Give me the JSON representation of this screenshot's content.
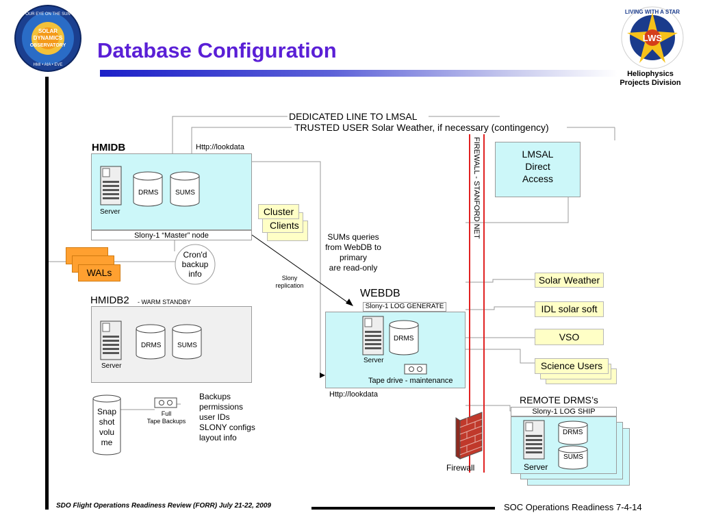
{
  "header": {
    "title": "Database Configuration",
    "sdo_logo_text": [
      "OUR EYE ON THE SUN",
      "SOLAR",
      "DYNAMICS",
      "OBSERVATORY",
      "HMI • AIA • EVE"
    ],
    "lws_logo_text": [
      "LIVING WITH A STAR",
      "LWS"
    ],
    "division": [
      "Heliophysics",
      "Projects Division"
    ]
  },
  "diagram": {
    "top_lines": {
      "dedicated": "DEDICATED LINE TO LMSAL",
      "trusted": "TRUSTED USER Solar Weather, if necessary (contingency)"
    },
    "hmidb": {
      "title": "HMIDB",
      "http": "Http://lookdata",
      "drms": "DRMS",
      "sums": "SUMS",
      "server": "Server",
      "node": "Slony-1 “Master” node"
    },
    "cluster": {
      "front": "Cluster",
      "back": "Clients"
    },
    "cron": [
      "Cron'd",
      "backup",
      "info"
    ],
    "wals": "WALs",
    "hmidb2": {
      "title": "HMIDB2",
      "subtitle": "- WARM STANDBY",
      "drms": "DRMS",
      "sums": "SUMS",
      "server": "Server"
    },
    "snapshot": [
      "Snap",
      "shot",
      "volu",
      "me"
    ],
    "full_backups": [
      "Full",
      "Tape Backups"
    ],
    "backups_info": [
      "Backups",
      "permissions",
      "user IDs",
      "SLONY configs",
      "layout info"
    ],
    "sums_queries": [
      "SUMs queries",
      "from WebDB to",
      "primary",
      "are read-only"
    ],
    "slony_replication": [
      "Slony",
      "replication"
    ],
    "webdb": {
      "title": "WEBDB",
      "log_generate": "Slony-1 LOG GENERATE",
      "drms": "DRMS",
      "server": "Server",
      "tape": "Tape drive - maintenance",
      "http": "Http://lookdata"
    },
    "firewall_net": "FIREWALL - STANFORD NET",
    "firewall": "Firewall",
    "lmsal": [
      "LMSAL",
      "Direct",
      "Access"
    ],
    "externals": [
      "Solar Weather",
      "IDL solar soft",
      "VSO",
      "Science Users"
    ],
    "remote": {
      "title": "REMOTE DRMS’s",
      "log_ship": "Slony-1 LOG SHIP",
      "drms": "DRMS",
      "sums": "SUMS",
      "server": "Server"
    }
  },
  "footer": {
    "left": "SDO Flight Operations Readiness Review (FORR) July 21-22, 2009",
    "right": "SOC Operations Readiness 7-4-14"
  },
  "colors": {
    "title": "#5a1fd6",
    "cyan_box": "#ccf7f9",
    "yellow_box": "#ffffc6",
    "orange_box": "#ffa030",
    "firewall_line": "#e02020"
  }
}
